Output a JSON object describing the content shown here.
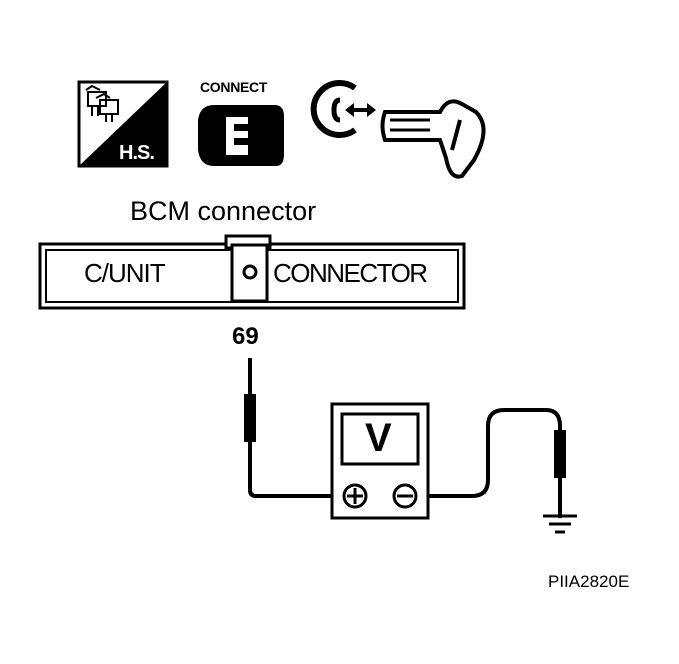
{
  "icons": {
    "harness_service_label": "H.S.",
    "connect_label": "CONNECT",
    "harness_icon": "harness-service-icon",
    "connector_icon": "connect-icon",
    "ignition_icon": "ignition-key-icon"
  },
  "connector": {
    "title": "BCM connector",
    "left_label": "C/UNIT",
    "right_label": "CONNECTOR"
  },
  "probe": {
    "pin": "69"
  },
  "meter": {
    "label": "V"
  },
  "figure_id": "PIIA2820E"
}
